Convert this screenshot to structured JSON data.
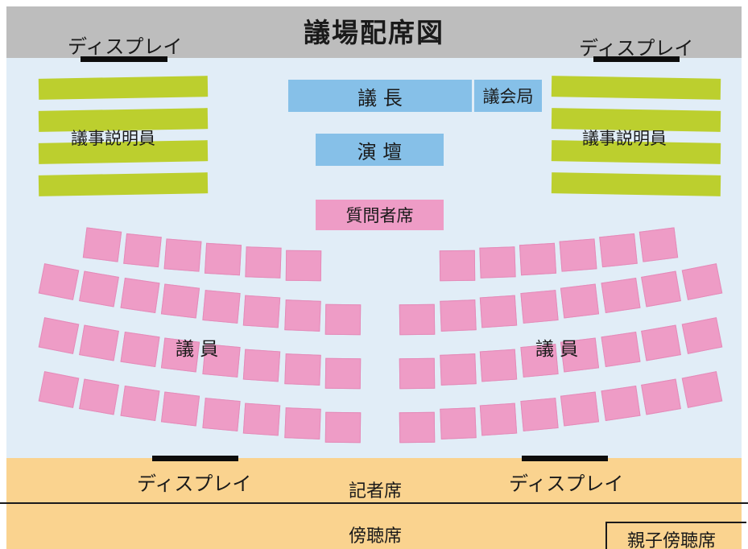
{
  "title": "議場配席図",
  "display_label": "ディスプレイ",
  "chairman": "議 長",
  "secretariat": "議会局",
  "podium": "演 壇",
  "questioner_seat": "質問者席",
  "explainers": "議事説明員",
  "members": "議 員",
  "press_seats": "記者席",
  "gallery": "傍聴席",
  "family_gallery": "親子傍聴席",
  "colors": {
    "header": "#bdbdbd",
    "floor": "#e1edf7",
    "blue_box": "#86c0e8",
    "green_stripe": "#bccf2e",
    "pink_seat": "#ee9cc6",
    "gallery": "#fad38f"
  }
}
